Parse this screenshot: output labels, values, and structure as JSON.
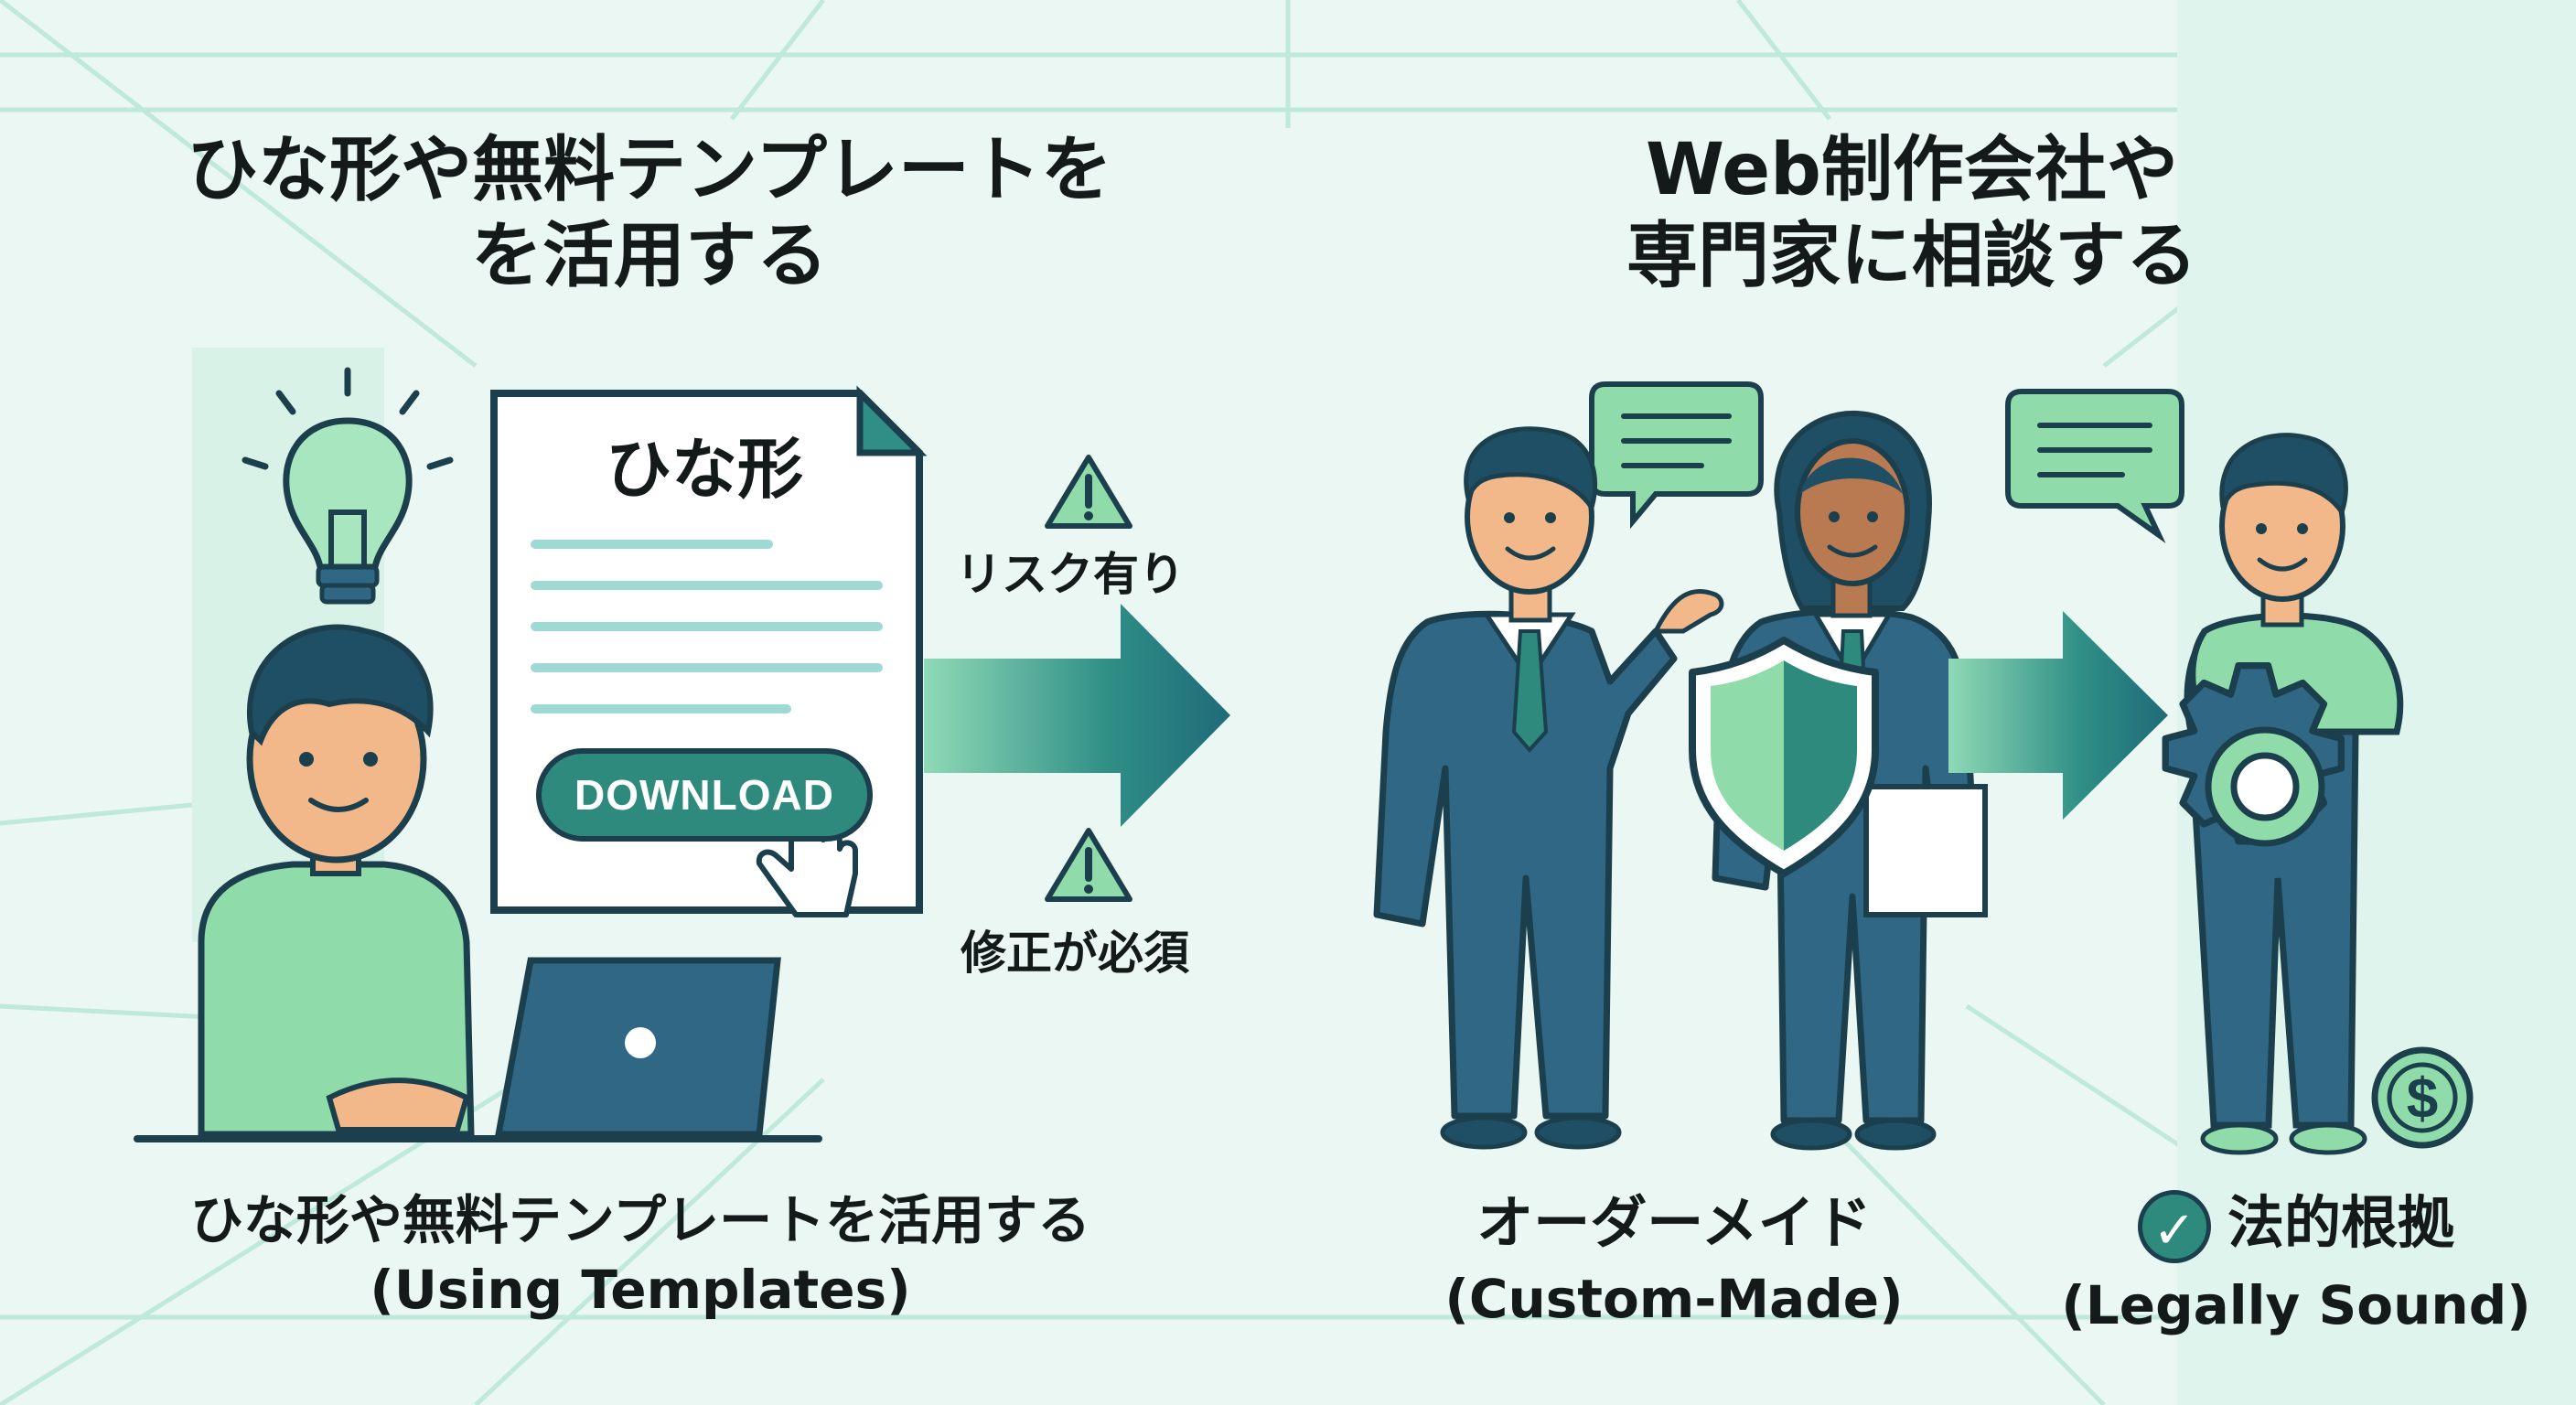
{
  "title_left": "ひな形や無料テンプレートを\nを活用する",
  "title_right": "Web制作会社や\n専門家に相談する",
  "document": {
    "heading": "ひな形",
    "download_label": "DOWNLOAD"
  },
  "warnings": {
    "risk": "リスク有り",
    "fix_required": "修正が必須"
  },
  "captions": {
    "left_jp": "ひな形や無料テンプレートを活用する",
    "left_en": "(Using Templates)",
    "middle_jp": "オーダーメイド",
    "middle_en": "(Custom-Made)",
    "right_jp": "法的根拠",
    "right_en": "(Legally Sound)"
  },
  "icons": {
    "check": "✓",
    "dollar": "$",
    "warning": "!"
  },
  "colors": {
    "background": "#eaf7f2",
    "accent_teal": "#2d8a7c",
    "outline": "#1c3f4d",
    "light_green": "#8fdcaa",
    "suit_blue": "#2f6784"
  }
}
